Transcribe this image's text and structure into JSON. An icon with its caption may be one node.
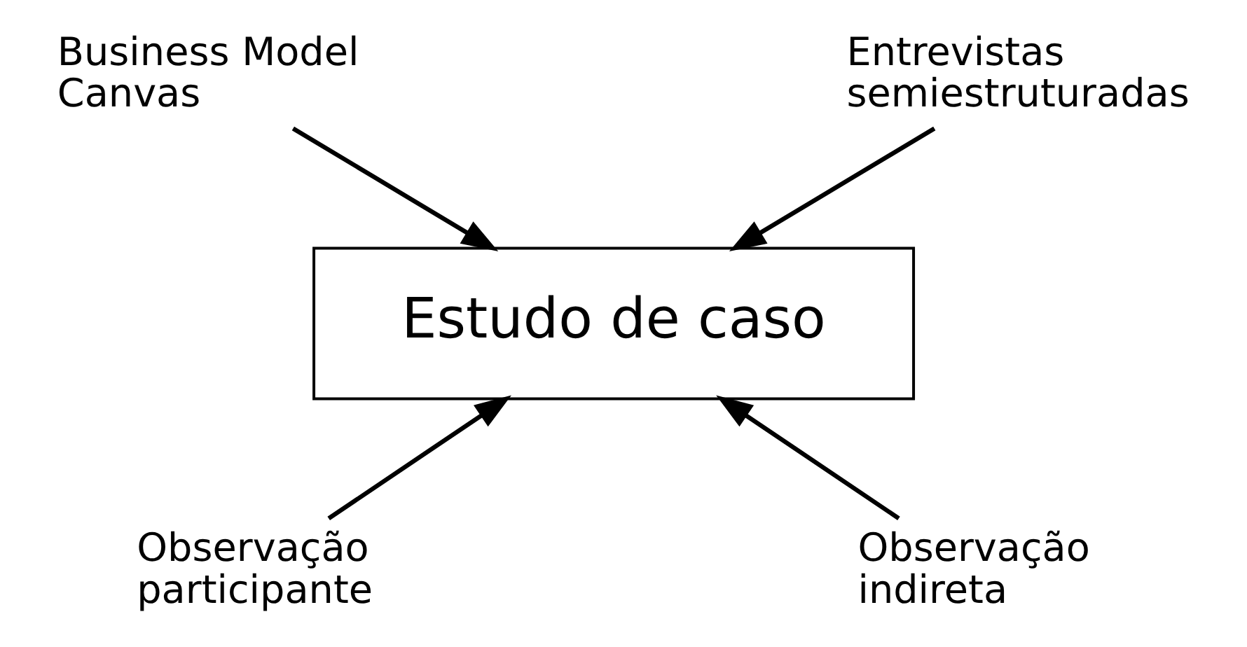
{
  "diagram": {
    "nodes": [
      {
        "text": [
          "Business Model Canvas"
        ]
      },
      {
        "text": [
          "Entrevistas semiestruturadas"
        ]
      },
      {
        "text": [
          "Estudo de caso"
        ]
      },
      {
        "text": [
          "Observação participante"
        ]
      },
      {
        "text": [
          "Observação indireta"
        ]
      }
    ],
    "edges": [
      {
        "from": 0,
        "to": 2,
        "arrow": "to"
      },
      {
        "from": 1,
        "to": 2,
        "arrow": "to"
      },
      {
        "from": 3,
        "to": 2,
        "arrow": "to"
      },
      {
        "from": 4,
        "to": 2,
        "arrow": "to"
      }
    ]
  }
}
